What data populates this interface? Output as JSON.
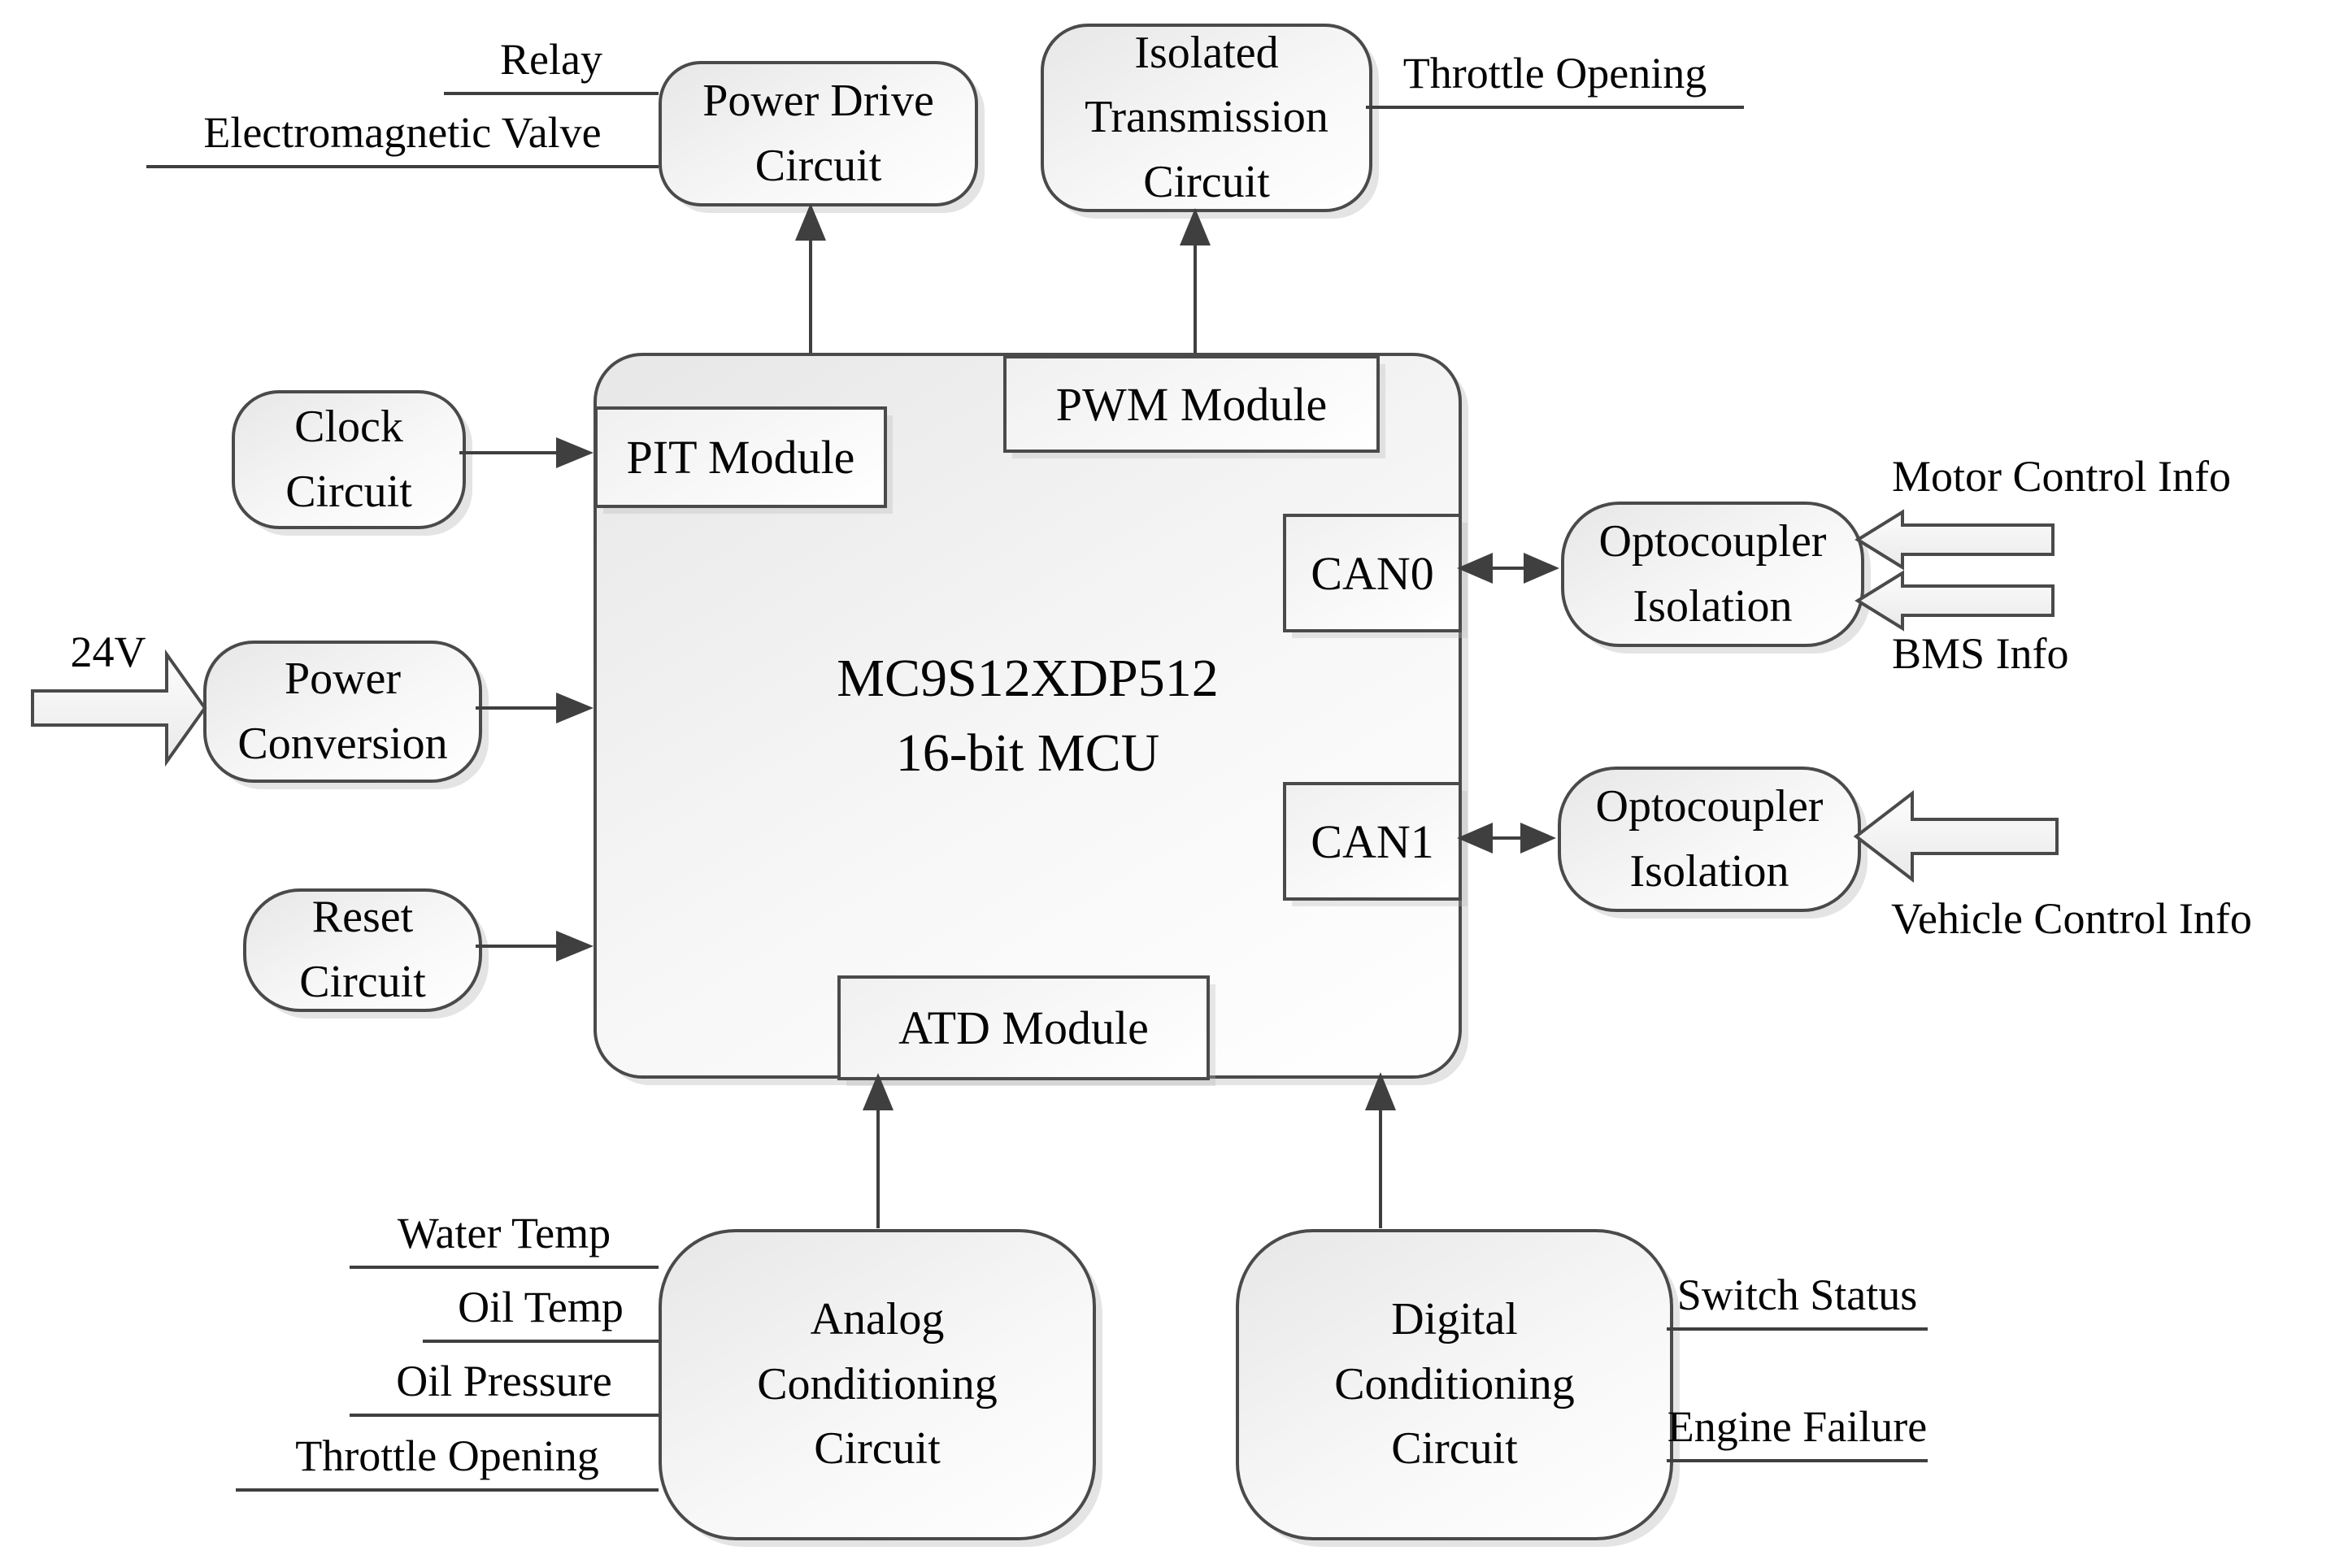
{
  "colors": {
    "line": "#3f3f3f",
    "border": "#4a4a4a",
    "box_fill_top": "#e7e7e7",
    "box_fill_bottom": "#ffffff"
  },
  "mcu": {
    "title_lines": [
      "MC9S12XDP512",
      "16-bit MCU"
    ]
  },
  "modules": {
    "pit": "PIT Module",
    "pwm": "PWM Module",
    "can0": "CAN0",
    "can1": "CAN1",
    "atd": "ATD Module"
  },
  "blocks": {
    "power_drive": [
      "Power Drive",
      "Circuit"
    ],
    "isolated_transmission": [
      "Isolated",
      "Transmission",
      "Circuit"
    ],
    "clock": [
      "Clock",
      "Circuit"
    ],
    "power_conversion": [
      "Power",
      "Conversion"
    ],
    "reset": [
      "Reset",
      "Circuit"
    ],
    "optocoupler_can0": [
      "Optocoupler",
      "Isolation"
    ],
    "optocoupler_can1": [
      "Optocoupler",
      "Isolation"
    ],
    "analog_conditioning": [
      "Analog",
      "Conditioning",
      "Circuit"
    ],
    "digital_conditioning": [
      "Digital",
      "Conditioning",
      "Circuit"
    ]
  },
  "labels": {
    "relay": "Relay",
    "electromagnetic_valve": "Electromagnetic Valve",
    "throttle_opening_out": "Throttle Opening",
    "supply_24v": "24V",
    "motor_control_info": "Motor Control Info",
    "bms_info": "BMS Info",
    "vehicle_control_info": "Vehicle Control Info",
    "water_temp": "Water Temp",
    "oil_temp": "Oil Temp",
    "oil_pressure": "Oil Pressure",
    "throttle_opening_in": "Throttle Opening",
    "switch_status": "Switch Status",
    "engine_failure": "Engine Failure"
  }
}
